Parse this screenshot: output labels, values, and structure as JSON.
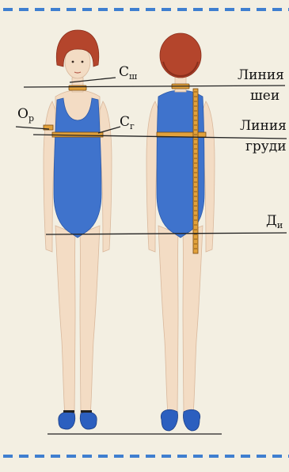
{
  "colors": {
    "paper": "#f3efe2",
    "skin": "#f3dcc4",
    "skin_shadow": "#d9b89c",
    "hair": "#b4452c",
    "hair_dark": "#8a2f1c",
    "leotard": "#3f73cc",
    "leotard_dark": "#2c59a8",
    "tape": "#e2a13b",
    "tape_tick": "#7a4a10",
    "shoe": "#2c5fbf",
    "strip_blue": "#3f7fd0",
    "line": "#222222"
  },
  "labels": {
    "c_sh": {
      "main": "С",
      "sub": "ш"
    },
    "o_r": {
      "main": "О",
      "sub": "р"
    },
    "c_g": {
      "main": "С",
      "sub": "г"
    },
    "d_i": {
      "main": "Д",
      "sub": "и"
    },
    "neck_line_1": "Линия",
    "neck_line_2": "шеи",
    "chest_line_1": "Линия",
    "chest_line_2": "груди"
  }
}
